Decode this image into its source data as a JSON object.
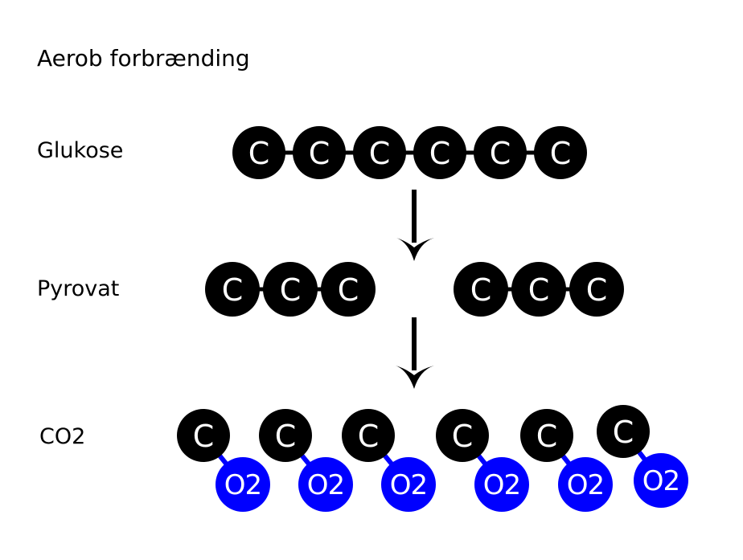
{
  "title": "Aerob forbrænding",
  "colors": {
    "carbon": "#000000",
    "oxygen": "#0000ff",
    "atom_text": "#ffffff",
    "bond_carbon": "#000000",
    "bond_oxygen": "#0000ff",
    "arrow": "#000000"
  },
  "rows": [
    {
      "id": "glukose",
      "label": "Glukose",
      "molecules": [
        {
          "atoms": [
            "C",
            "C",
            "C",
            "C",
            "C",
            "C"
          ]
        }
      ]
    },
    {
      "id": "pyrovat",
      "label": "Pyrovat",
      "molecules": [
        {
          "atoms": [
            "C",
            "C",
            "C"
          ]
        },
        {
          "atoms": [
            "C",
            "C",
            "C"
          ]
        }
      ]
    },
    {
      "id": "co2",
      "label": "CO2",
      "molecules": [
        {
          "atoms": [
            "C"
          ],
          "oxygen": "O2"
        },
        {
          "atoms": [
            "C"
          ],
          "oxygen": "O2"
        },
        {
          "atoms": [
            "C"
          ],
          "oxygen": "O2"
        },
        {
          "atoms": [
            "C"
          ],
          "oxygen": "O2"
        },
        {
          "atoms": [
            "C"
          ],
          "oxygen": "O2"
        },
        {
          "atoms": [
            "C"
          ],
          "oxygen": "O2"
        }
      ]
    }
  ],
  "arrows": [
    {
      "from": "glukose",
      "to": "pyrovat",
      "direction": "down"
    },
    {
      "from": "pyrovat",
      "to": "co2",
      "direction": "down"
    }
  ]
}
